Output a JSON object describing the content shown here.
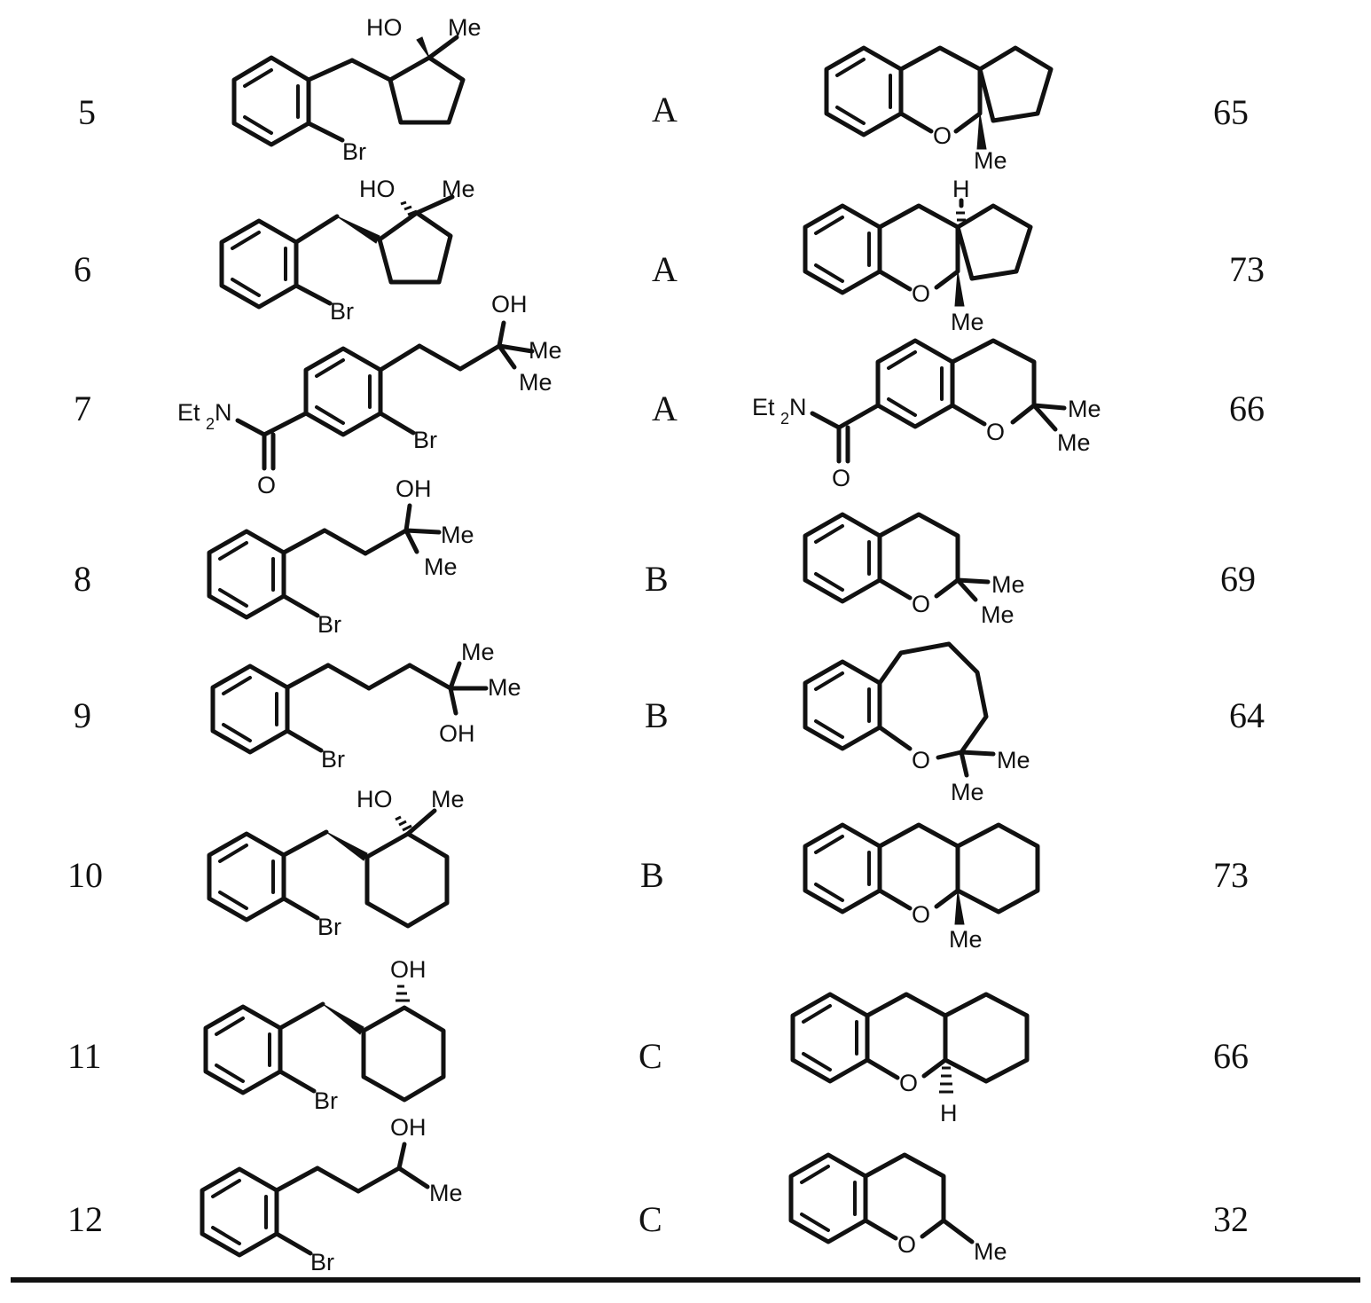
{
  "table": {
    "rows": [
      {
        "entry": "5",
        "substrate_labels": [
          "HO",
          "Me",
          "Br"
        ],
        "method": "A",
        "product_labels": [
          "O",
          "Me"
        ],
        "yield": "65"
      },
      {
        "entry": "6",
        "substrate_labels": [
          "HO",
          "Me",
          "Br"
        ],
        "method": "A",
        "product_labels": [
          "H",
          "O",
          "Me"
        ],
        "yield": "73"
      },
      {
        "entry": "7",
        "substrate_labels": [
          "OH",
          "Me",
          "Me",
          "Et",
          "2",
          "N",
          "Br",
          "O"
        ],
        "method": "A",
        "product_labels": [
          "Et",
          "2",
          "N",
          "O",
          "Me",
          "Me",
          "O"
        ],
        "yield": "66"
      },
      {
        "entry": "8",
        "substrate_labels": [
          "OH",
          "Me",
          "Me",
          "Br"
        ],
        "method": "B",
        "product_labels": [
          "O",
          "Me",
          "Me"
        ],
        "yield": "69"
      },
      {
        "entry": "9",
        "substrate_labels": [
          "Me",
          "Me",
          "OH",
          "Br"
        ],
        "method": "B",
        "product_labels": [
          "O",
          "Me",
          "Me"
        ],
        "yield": "64"
      },
      {
        "entry": "10",
        "substrate_labels": [
          "HO",
          "Me",
          "Br"
        ],
        "method": "B",
        "product_labels": [
          "O",
          "Me"
        ],
        "yield": "73"
      },
      {
        "entry": "11",
        "substrate_labels": [
          "OH",
          "Br"
        ],
        "method": "C",
        "product_labels": [
          "O",
          "H"
        ],
        "yield": "66"
      },
      {
        "entry": "12",
        "substrate_labels": [
          "OH",
          "Me",
          "Br"
        ],
        "method": "C",
        "product_labels": [
          "O",
          "Me"
        ],
        "yield": "32"
      }
    ]
  }
}
